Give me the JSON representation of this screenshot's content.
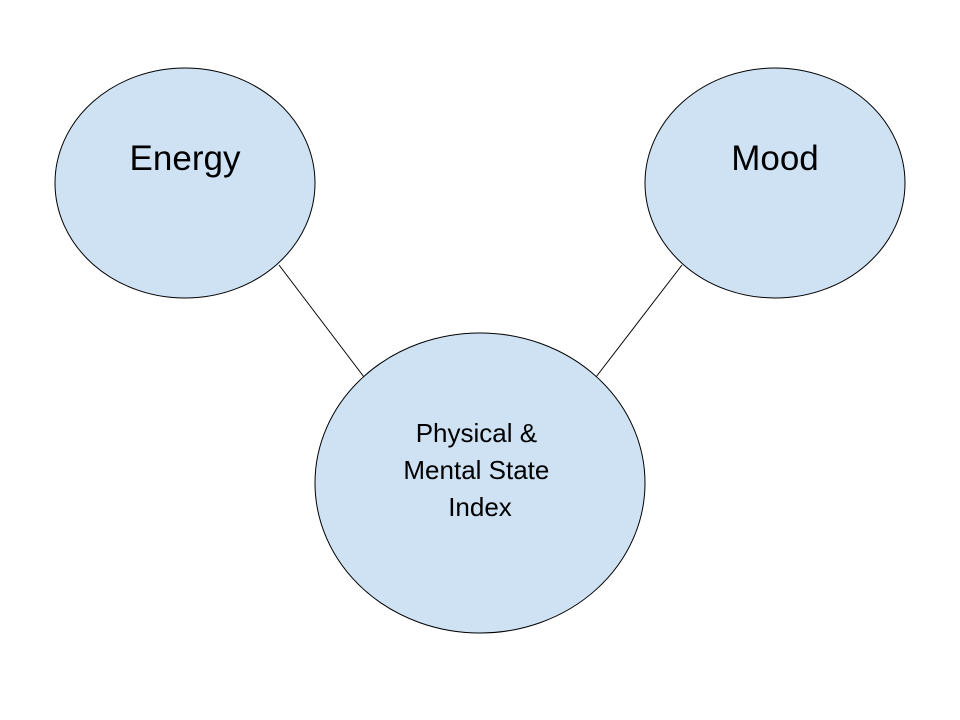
{
  "diagram": {
    "node_fill": "#cfe2f3",
    "node_stroke": "#000000",
    "edge_color": "#000000",
    "nodes": {
      "energy": {
        "label": "Energy"
      },
      "mood": {
        "label": "Mood"
      },
      "index": {
        "lines": [
          "Physical &",
          "Mental State",
          "Index"
        ]
      }
    },
    "edges": [
      {
        "from": "energy",
        "to": "index"
      },
      {
        "from": "mood",
        "to": "index"
      }
    ]
  }
}
